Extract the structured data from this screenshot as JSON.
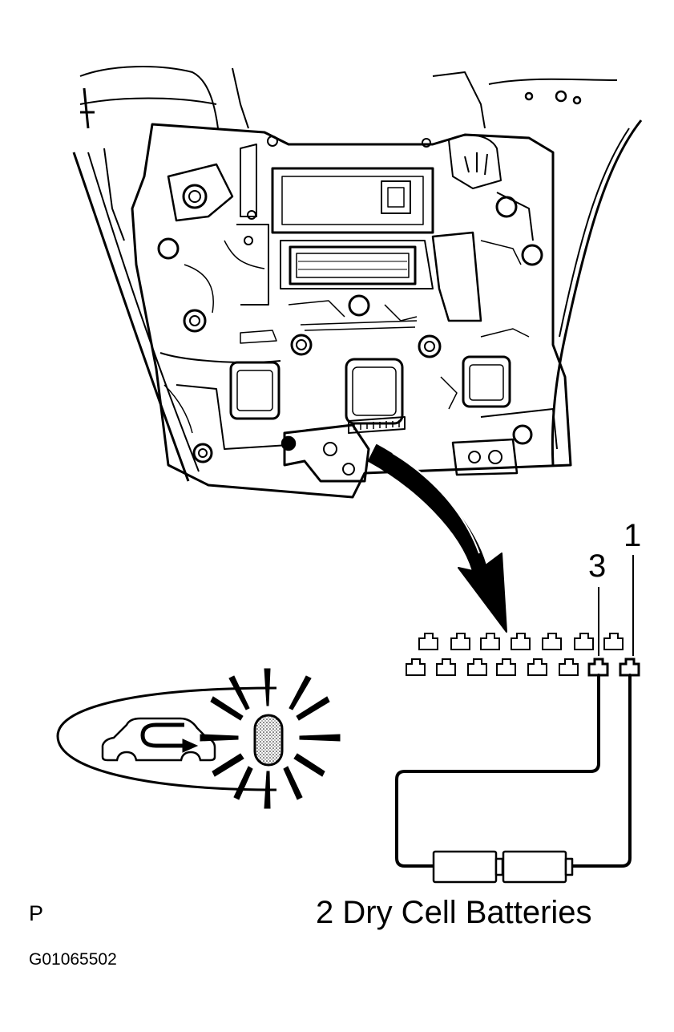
{
  "labels": {
    "terminal_1": "1",
    "terminal_3": "3",
    "batteries_caption": "2 Dry Cell Batteries",
    "position_tag": "P",
    "figure_id": "G01065502"
  },
  "icons": {
    "recirculation": "air-recirculation-car-icon",
    "indicator": "flashing-indicator-lamp-icon"
  },
  "colors": {
    "line": "#000000",
    "background": "#ffffff"
  }
}
